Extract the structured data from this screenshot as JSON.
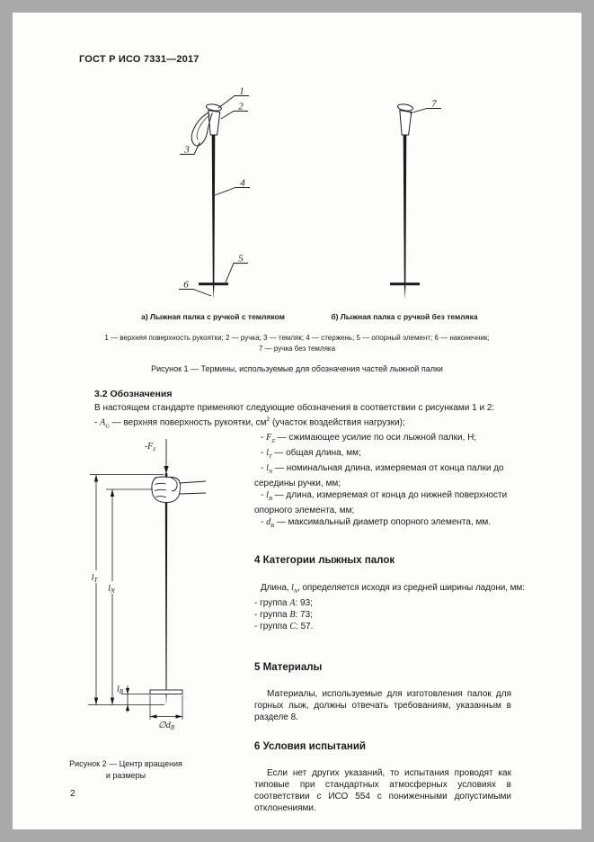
{
  "page": {
    "header": "ГОСТ Р ИСО 7331—2017",
    "number": "2"
  },
  "fig1": {
    "callouts": {
      "c1": "1",
      "c2": "2",
      "c3": "3",
      "c4": "4",
      "c5": "5",
      "c6": "6",
      "c7": "7"
    },
    "caption_a": "а) Лыжная палка с ручкой с темляком",
    "caption_b": "б) Лыжная палка с ручкой без темляка",
    "legend1": "1 — верхняя поверхность рукоятки; 2 — ручка; 3 — темляк; 4 — стержень; 5 — опорный элемент; 6 — наконечник;",
    "legend2": "7 — ручка без темляка",
    "caption": "Рисунок 1 — Термины, используемые для обозначения частей лыжной палки"
  },
  "sec32": {
    "title": "3.2 Обозначения",
    "intro": "В настоящем стандарте применяют следующие обозначения в соответствии с рисунками 1 и 2:",
    "ag": {
      "pre": "- ",
      "sym": "A",
      "sub": "G",
      "mid": " — верхняя поверхность рукоятки, см",
      "sup": "2",
      "post": " (участок воздействия нагрузки);"
    },
    "fz": {
      "pre": "- ",
      "sym": "F",
      "sub": "Z",
      "post": " — сжимающее усилие по оси лыжной палки, Н;"
    },
    "lt": {
      "pre": "- ",
      "sym": "l",
      "sub": "T",
      "post": " — общая длина, мм;"
    },
    "ln": {
      "pre": "- ",
      "sym": "l",
      "sub": "N",
      "post": " — номинальная длина, измеряемая от конца палки до середины ручки, мм;"
    },
    "lb": {
      "pre": "- ",
      "sym": "l",
      "sub": "B",
      "post": " — длина, измеряемая от конца до нижней поверхности опорного элемента, мм;"
    },
    "db": {
      "pre": "- ",
      "sym": "d",
      "sub": "B",
      "post": " — максимальный диаметр опорного элемента, мм."
    }
  },
  "fig2": {
    "force": {
      "main": "-F",
      "sub": "z"
    },
    "lt": {
      "main": "l",
      "sub": "T"
    },
    "ln": {
      "main": "l",
      "sub": "N"
    },
    "lb": {
      "main": "l",
      "sub": "B"
    },
    "db": {
      "main": "∅d",
      "sub": "B"
    },
    "caption1": "Рисунок 2 — Центр вращения",
    "caption2": "и размеры"
  },
  "sec4": {
    "title": "4 Категории лыжных палок",
    "intro_pre": "Длина, ",
    "intro_sym": "l",
    "intro_sub": "N",
    "intro_post": ", определяется исходя из средней ширины ладони, мм:",
    "g1_pre": "- группа ",
    "g1_sym": "A",
    "g1_post": ": 93;",
    "g2_pre": "- группа ",
    "g2_sym": "B",
    "g2_post": ": 73;",
    "g3_pre": "- группа ",
    "g3_sym": "C",
    "g3_post": ": 57."
  },
  "sec5": {
    "title": "5 Материалы",
    "body": "Материалы, используемые для изготовления палок для горных лыж, должны отвечать требованиям, указанным в разделе 8."
  },
  "sec6": {
    "title": "6 Условия испытаний",
    "body": "Если нет других указаний, то испытания проводят как типовые при стандартных атмосферных условиях в соответствии с ИСО 554 с пониженными допустимыми отклонениями."
  }
}
